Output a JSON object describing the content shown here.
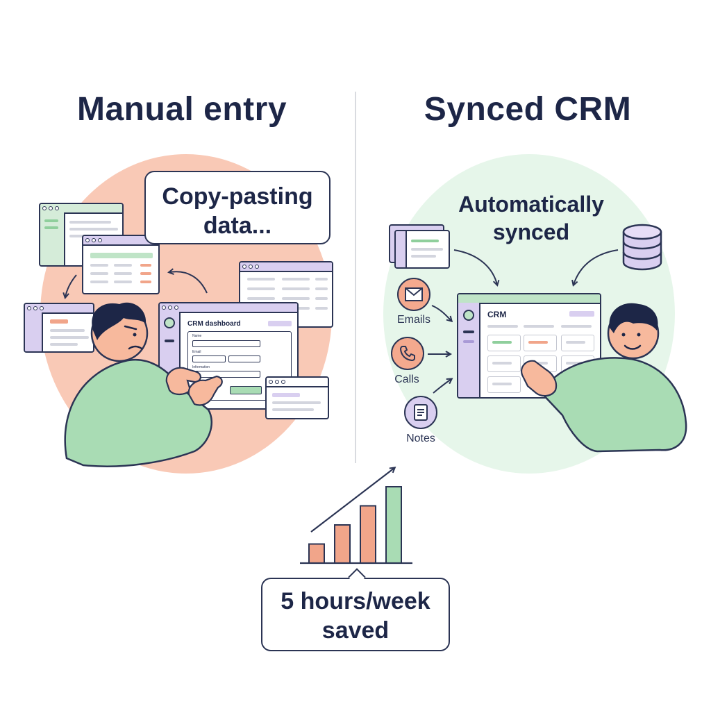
{
  "left": {
    "heading": "Manual entry",
    "bubble": "Copy-pasting data...",
    "dashboard": {
      "title": "CRM dashboard",
      "fields": [
        "Name",
        "Email",
        "Information"
      ]
    }
  },
  "right": {
    "heading": "Synced CRM",
    "caption": "Automatically synced",
    "crm_title": "CRM",
    "sources": [
      {
        "label": "Emails",
        "icon": "envelope-icon"
      },
      {
        "label": "Calls",
        "icon": "phone-icon"
      },
      {
        "label": "Notes",
        "icon": "note-icon"
      }
    ]
  },
  "result": {
    "label": "5 hours/week saved",
    "bars": [
      1,
      2,
      3,
      4
    ]
  },
  "colors": {
    "salmon": "#f9c9b6",
    "mint": "#e6f6ea",
    "green": "#a9dcb4",
    "purple": "#d9cff0",
    "orange": "#f1a58a",
    "navy": "#1d2647"
  }
}
